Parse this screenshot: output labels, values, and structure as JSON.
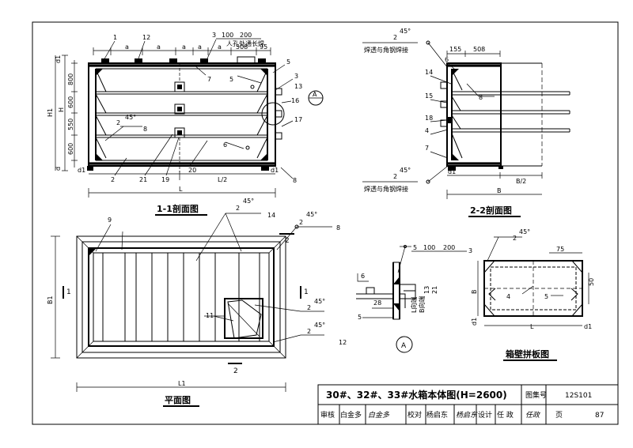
{
  "views": {
    "section11": {
      "title": "1-1剖面图",
      "dims_top": [
        "a",
        "a",
        "a",
        "a",
        "a",
        "508",
        "95"
      ],
      "dims_left": [
        "d1",
        "800",
        "600",
        "550",
        "600",
        "d"
      ],
      "h_labels": [
        "H1",
        "H"
      ],
      "bottom_dims": [
        "d1",
        "L/2",
        "d1"
      ],
      "total": "L",
      "note_weld": "人孔处通长焊",
      "weld_sym": [
        "3",
        "100",
        "200"
      ],
      "weld_45_sym": [
        "2",
        "45°",
        "8"
      ],
      "callouts": [
        "1",
        "12",
        "5",
        "3",
        "7",
        "5",
        "13",
        "16",
        "17",
        "6",
        "2",
        "21",
        "19",
        "20",
        "8"
      ],
      "detail_marker": "A"
    },
    "section22": {
      "title": "2-2剖面图",
      "dims_top": [
        "155",
        "508"
      ],
      "weld_note_top": "焊透与角钢焊接",
      "weld_note_bottom": "焊透与角钢焊接",
      "weld_45_sym": [
        "2",
        "45°"
      ],
      "callouts": [
        "6",
        "8",
        "14",
        "15",
        "18",
        "4",
        "7"
      ],
      "bottom_dims": [
        "d1",
        "B/2",
        "B"
      ]
    },
    "plan": {
      "title": "平面图",
      "left_dim": "B1",
      "bottom_dim": "L1",
      "sec_marks": [
        "1",
        "1",
        "2",
        "2"
      ],
      "callouts": [
        "9",
        "14",
        "8",
        "11",
        "12"
      ],
      "weld_syms": [
        [
          "2",
          "45°"
        ],
        [
          "2",
          "45°"
        ],
        [
          "2",
          "45°"
        ],
        [
          "2",
          "45°"
        ]
      ]
    },
    "detailA": {
      "marker": "A",
      "weld_sym": [
        "5",
        "100",
        "200",
        "3"
      ],
      "dims": [
        "6",
        "28",
        "13",
        "21"
      ],
      "vertical_notes": [
        "L向端",
        "B向端"
      ],
      "callouts": [
        "5"
      ]
    },
    "panel": {
      "title": "箱壁拼板图",
      "weld_45_sym": [
        "2",
        "45°"
      ],
      "dims": [
        "75",
        "50",
        "B",
        "d1",
        "L",
        "d1"
      ],
      "callouts": [
        "4",
        "5"
      ]
    }
  },
  "title_block": {
    "title": "30#、32#、33#水箱本体图(H=2600)",
    "atlas_label": "图集号",
    "atlas_no": "12S101",
    "cells": [
      "审核",
      "白金多",
      "校对",
      "杨启东",
      "设计",
      "任 政"
    ],
    "sig1": "白金多",
    "sig2": "杨启东",
    "sig3": "任政",
    "page_label": "页",
    "page_no": "87"
  }
}
